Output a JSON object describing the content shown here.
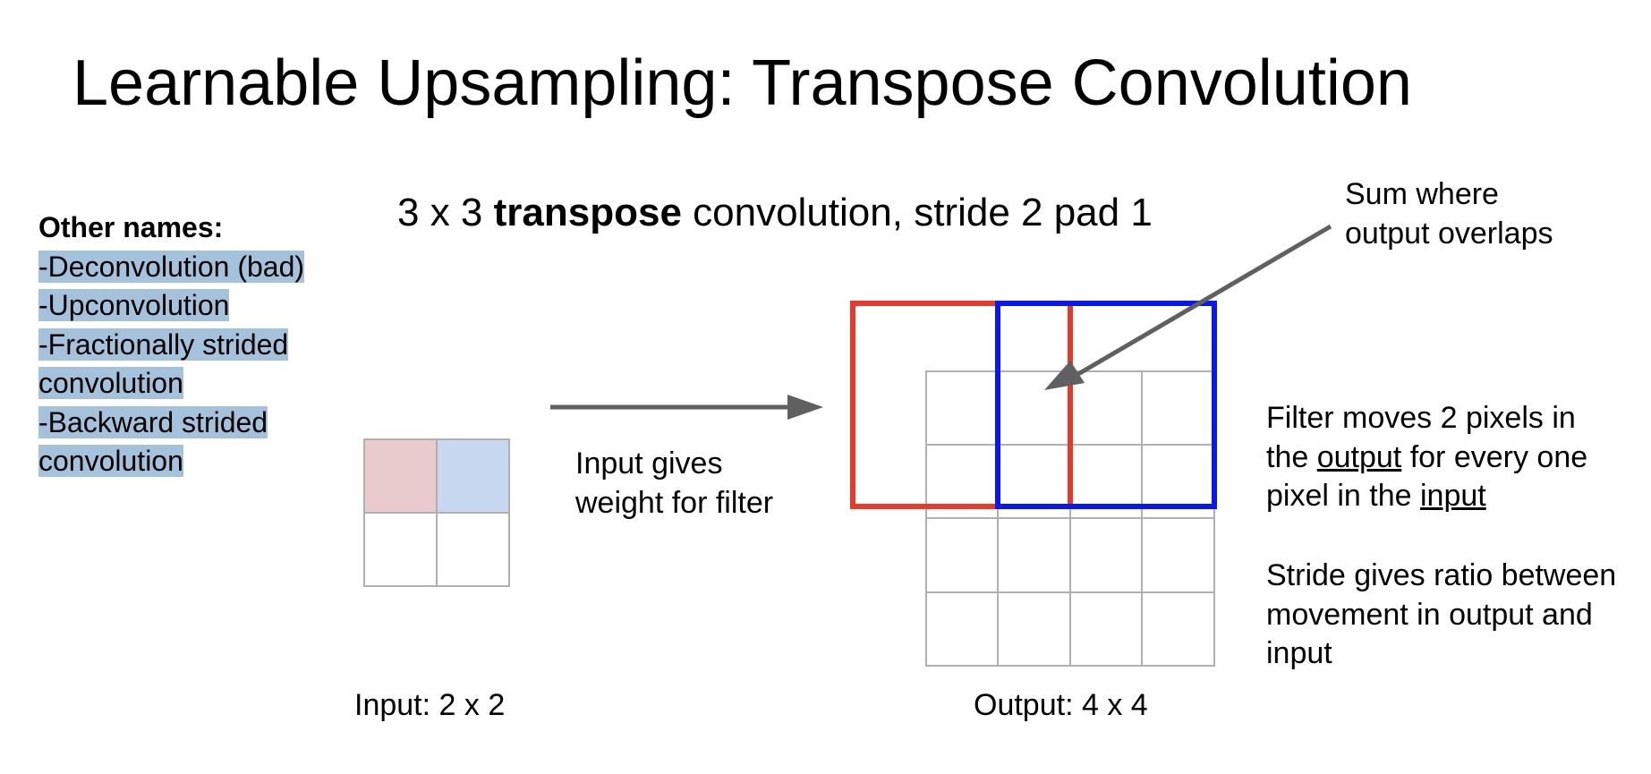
{
  "title": "Learnable Upsampling: Transpose Convolution",
  "subtitle": {
    "prefix": "3 x 3 ",
    "bold": "transpose",
    "suffix": " convolution, stride 2 pad 1"
  },
  "other_names": {
    "heading": "Other names:",
    "items": [
      "-Deconvolution (bad)",
      "-Upconvolution",
      "-Fractionally strided",
      "convolution",
      "-Backward strided",
      "convolution"
    ]
  },
  "annotations": {
    "input_gives": "Input gives weight for filter",
    "sum_where": [
      "Sum where",
      "output overlaps"
    ],
    "filter_moves": {
      "line1": "Filter moves 2 pixels in",
      "line2_pre": "the ",
      "line2_u": "output",
      "line2_post": " for every one",
      "line3_pre": "pixel in the ",
      "line3_u": "input"
    },
    "stride_gives": [
      "Stride gives ratio between",
      "movement in output and",
      "input"
    ]
  },
  "captions": {
    "input": "Input: 2 x 2",
    "output": "Output: 4 x 4"
  },
  "colors": {
    "input_cell_red": "#eacbcd",
    "input_cell_blue": "#c9d8f1",
    "filter_red": "#e8392b",
    "filter_blue": "#0a18f0",
    "arrow": "#606060",
    "grid": "#b0b0b0",
    "highlight": "#a4c2dc"
  }
}
